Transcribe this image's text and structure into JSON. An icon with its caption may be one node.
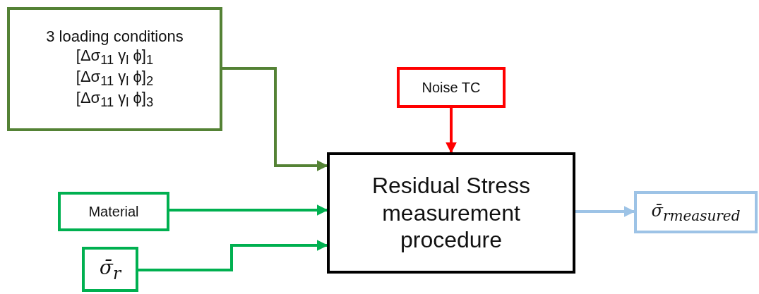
{
  "diagram": {
    "nodes": [
      {
        "text": [
          "3 loading conditions",
          "[Δσ$_{11}$ γ$_{l}$ ϕ]$_{1}$",
          "[Δσ$_{11}$ γ$_{l}$ ϕ]$_{2}$",
          "[Δσ$_{11}$ γ$_{l}$ ϕ]$_{3}$"
        ]
      },
      {
        "text": [
          "Noise TC"
        ]
      },
      {
        "text": [
          "Residual Stress measurement procedure"
        ]
      },
      {
        "text": [
          "Material"
        ]
      },
      {
        "text": [
          "σ̄$_{r}$"
        ]
      },
      {
        "text": [
          "σ̄$_{r}$$_{measured}$"
        ]
      }
    ],
    "edges": [
      {
        "from": 0,
        "to": 2,
        "arrow": "to",
        "color": "#548235"
      },
      {
        "from": 1,
        "to": 2,
        "arrow": "to",
        "color": "#ff0000"
      },
      {
        "from": 3,
        "to": 2,
        "arrow": "to"
      },
      {
        "from": 4,
        "to": 2,
        "arrow": "to"
      },
      {
        "from": 2,
        "to": 5,
        "arrow": "to",
        "color": "#9dc3e6"
      }
    ]
  }
}
